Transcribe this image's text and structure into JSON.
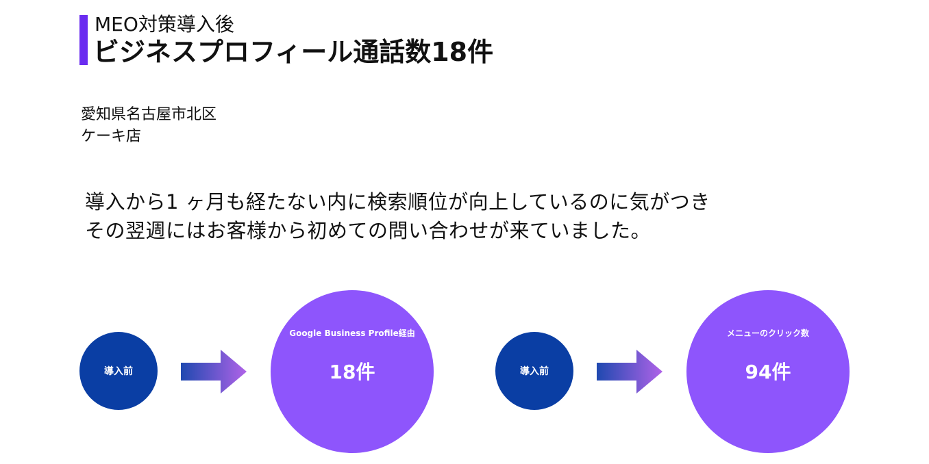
{
  "header": {
    "subtitle": "MEO対策導入後",
    "title": "ビジネスプロフィール通話数18件",
    "accent_color": "#6a2cf0"
  },
  "location": {
    "line1": "愛知県名古屋市北区",
    "line2": "ケーキ店"
  },
  "description": {
    "line1": "導入から1 ヶ月も経たない内に検索順位が向上しているのに気がつき",
    "line2": "その翌週にはお客様から初めての問い合わせが来ていました。"
  },
  "comparisons": [
    {
      "before_label": "導入前",
      "after_label": "Google Business Profile経由",
      "after_value": "18件"
    },
    {
      "before_label": "導入前",
      "after_label": "メニューのクリック数",
      "after_value": "94件"
    }
  ],
  "colors": {
    "before_circle": "#0a3ea4",
    "after_circle": "#8e55fc",
    "arrow_start": "#1f49b0",
    "arrow_end": "#b063e8"
  }
}
